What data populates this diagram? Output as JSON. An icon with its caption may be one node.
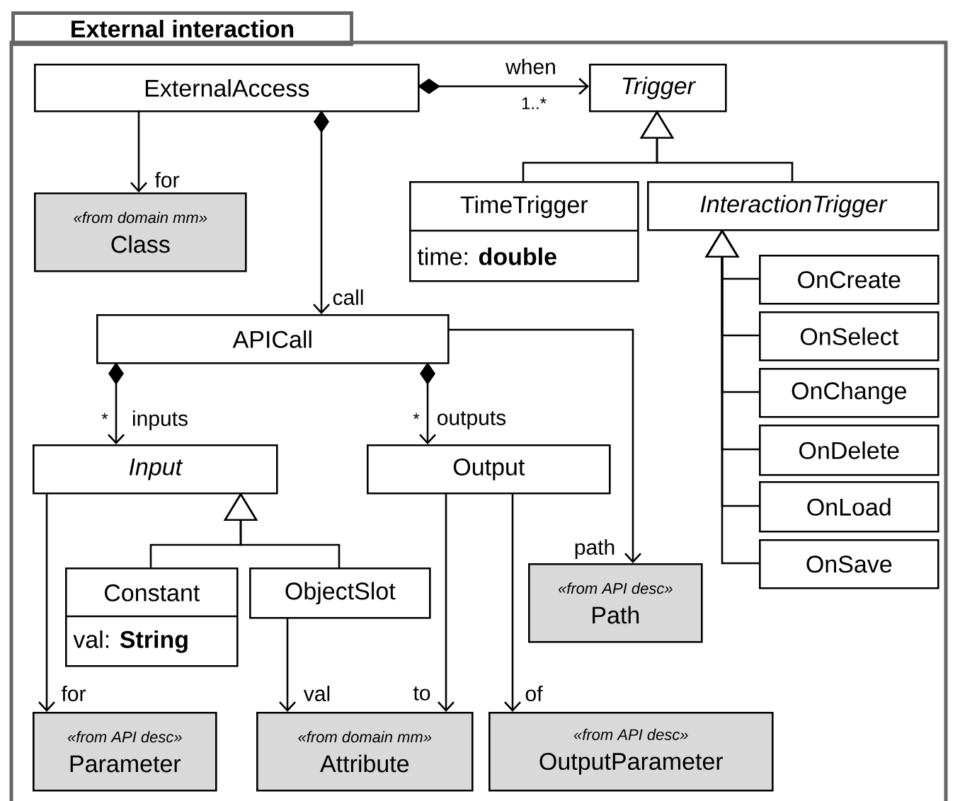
{
  "diagram": {
    "nodes": [
      {
        "text": [
          "External interaction"
        ]
      },
      {
        "text": [
          "ExternalAccess"
        ],
        "in": 0
      },
      {
        "text": [
          "Trigger"
        ],
        "in": 0
      },
      {
        "text": [
          "TimeTrigger",
          "time: **double**"
        ],
        "in": 0
      },
      {
        "text": [
          "InteractionTrigger"
        ],
        "in": 0
      },
      {
        "text": [
          "OnCreate"
        ],
        "in": 0
      },
      {
        "text": [
          "OnSelect"
        ],
        "in": 0
      },
      {
        "text": [
          "OnChange"
        ],
        "in": 0
      },
      {
        "text": [
          "OnDelete"
        ],
        "in": 0
      },
      {
        "text": [
          "OnLoad"
        ],
        "in": 0
      },
      {
        "text": [
          "OnSave"
        ],
        "in": 0
      },
      {
        "text": [
          "«from domain mm»",
          "Class"
        ],
        "in": 0
      },
      {
        "text": [
          "APICall"
        ],
        "in": 0
      },
      {
        "text": [
          "Input"
        ],
        "in": 0
      },
      {
        "text": [
          "Output"
        ],
        "in": 0
      },
      {
        "text": [
          "Constant",
          "val: **String**"
        ],
        "in": 0
      },
      {
        "text": [
          "ObjectSlot"
        ],
        "in": 0
      },
      {
        "text": [
          "«from API desc»",
          "Path"
        ],
        "in": 0
      },
      {
        "text": [
          "«from API desc»",
          "Parameter"
        ],
        "in": 0
      },
      {
        "text": [
          "«from domain mm»",
          "Attribute"
        ],
        "in": 0
      },
      {
        "text": [
          "«from API desc»",
          "OutputParameter"
        ],
        "in": 0
      }
    ],
    "edges": [
      {
        "from": 1,
        "to": 2,
        "arrow": "to",
        "label": "when"
      },
      {
        "from": 1,
        "to": 11,
        "arrow": "to",
        "label": "for"
      },
      {
        "from": 1,
        "to": 12,
        "arrow": "to",
        "label": "call"
      },
      {
        "from": 3,
        "to": 2,
        "arrow": "to"
      },
      {
        "from": 4,
        "to": 2,
        "arrow": "to"
      },
      {
        "from": 5,
        "to": 4,
        "arrow": "to"
      },
      {
        "from": 6,
        "to": 4,
        "arrow": "to"
      },
      {
        "from": 7,
        "to": 4,
        "arrow": "to"
      },
      {
        "from": 8,
        "to": 4,
        "arrow": "to"
      },
      {
        "from": 9,
        "to": 4,
        "arrow": "to"
      },
      {
        "from": 10,
        "to": 4,
        "arrow": "to"
      },
      {
        "from": 12,
        "to": 13,
        "arrow": "to",
        "label": "inputs"
      },
      {
        "from": 12,
        "to": 14,
        "arrow": "to",
        "label": "outputs"
      },
      {
        "from": 12,
        "to": 17,
        "arrow": "to",
        "label": "path"
      },
      {
        "from": 15,
        "to": 13,
        "arrow": "to"
      },
      {
        "from": 16,
        "to": 13,
        "arrow": "to"
      },
      {
        "from": 13,
        "to": 18,
        "arrow": "to",
        "label": "for"
      },
      {
        "from": 16,
        "to": 19,
        "arrow": "to",
        "label": "val"
      },
      {
        "from": 14,
        "to": 19,
        "arrow": "to",
        "label": "to"
      },
      {
        "from": 14,
        "to": 20,
        "arrow": "to",
        "label": "of"
      }
    ],
    "labels": [
      "1..*",
      "*",
      "*"
    ]
  }
}
